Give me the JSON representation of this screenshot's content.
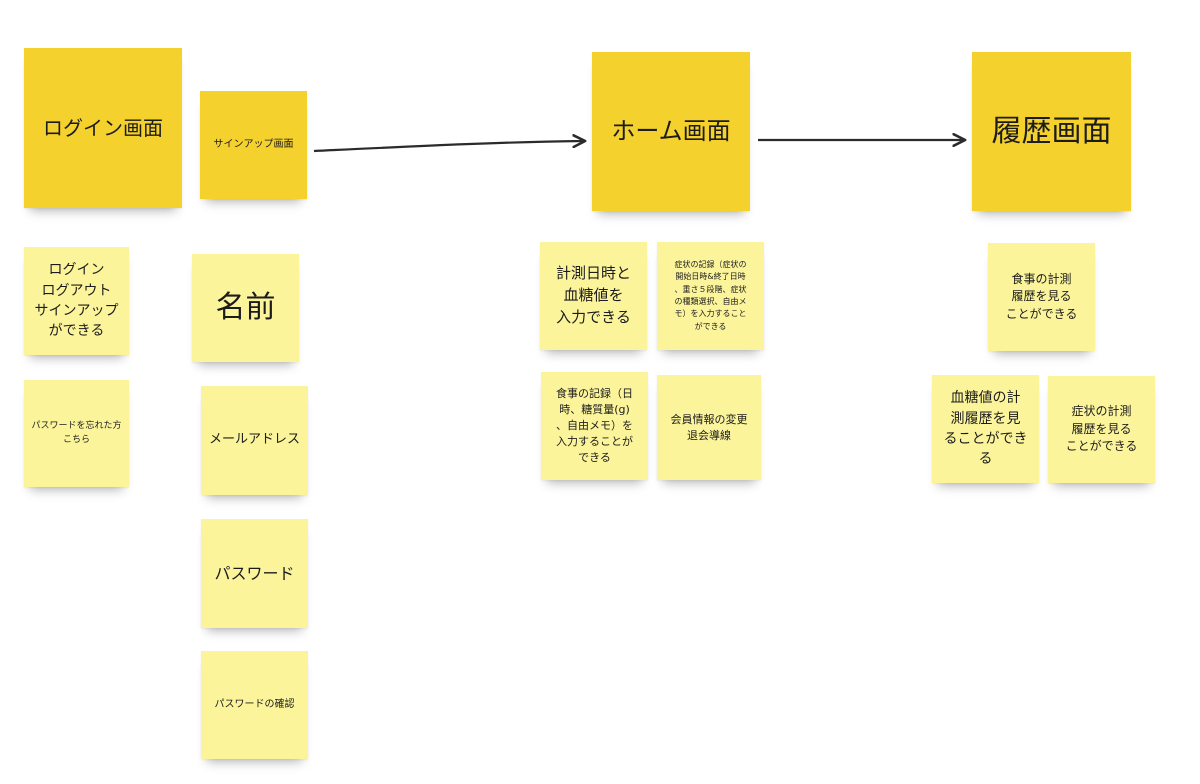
{
  "colors": {
    "screen_note": "#f5d12e",
    "feature_note": "#fbf49b",
    "arrow": "#2b2b2b"
  },
  "notes": {
    "login_screen": "ログイン画面",
    "signup_screen": "サインアップ画面",
    "home_screen": "ホーム画面",
    "history_screen": "履歴画面",
    "login_features": "ログイン\nログアウト\nサインアップ\nができる",
    "forgot_password": "パスワードを忘れた方\nこちら",
    "name": "名前",
    "email": "メールアドレス",
    "password": "パスワード",
    "password_confirm": "パスワードの確認",
    "measure_input": "計測日時と\n血糖値を\n入力できる",
    "symptom_record": "症状の記録（症状の\n開始日時&終了日時\n、重さ５段階、症状\nの種類選択、自由メ\nモ）を入力すること\nができる",
    "meal_record": "食事の記録（日\n時、糖質量(g)\n、自由メモ）を\n入力することが\nできる",
    "member_info": "会員情報の変更\n退会導線",
    "meal_history": "食事の計測\n履歴を見る\nことができる",
    "glucose_history": "血糖値の計\n測履歴を見\nることができ\nる",
    "symptom_history": "症状の計測\n履歴を見る\nことができる"
  }
}
